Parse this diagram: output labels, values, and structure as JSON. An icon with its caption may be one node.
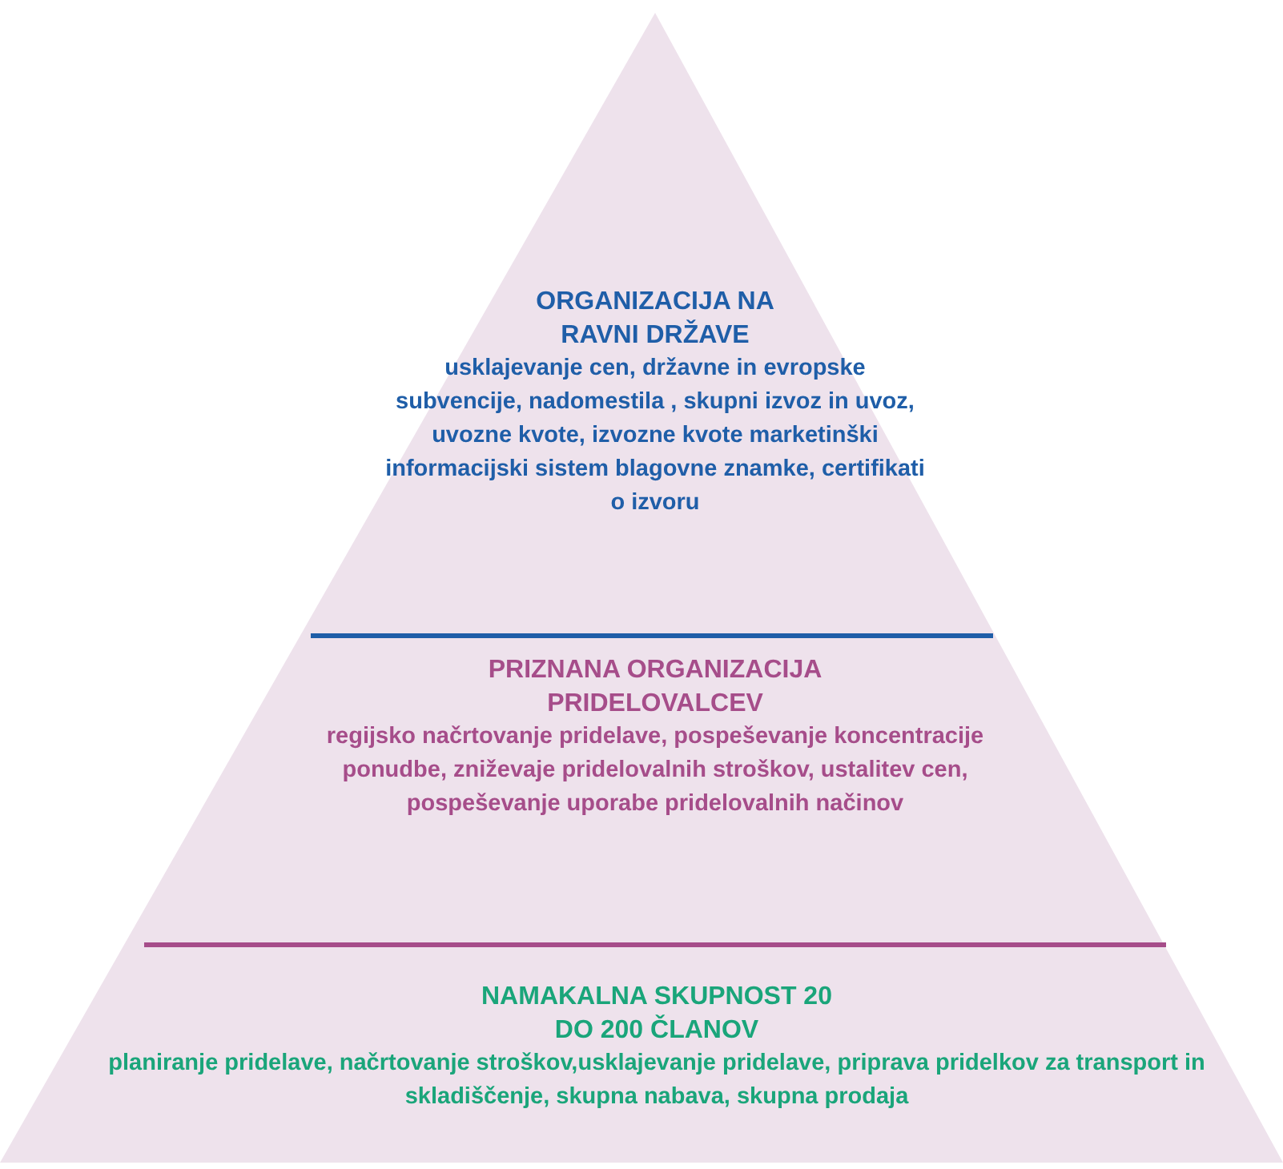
{
  "diagram": {
    "nodes": [
      {
        "text": [
          "ORGANIZACIJA NA RAVNI DRŽAVE",
          "usklajevanje cen, državne in evropske subvencije, nadomestila , skupni izvoz in uvoz, uvozne kvote, izvozne kvote marketinški informacijski sistem blagovne znamke, certifikati o izvoru"
        ]
      },
      {
        "text": [
          "PRIZNANA ORGANIZACIJA PRIDELOVALCEV",
          "regijsko načrtovanje pridelave, pospeševanje koncentracije ponudbe, zniževaje pridelovalnih stroškov, ustalitev cen, pospeševanje uporabe pridelovalnih načinov"
        ]
      },
      {
        "text": [
          "NAMAKALNA SKUPNOST 20 DO 200 ČLANOV",
          "planiranje pridelave, načrtovanje stroškov,usklajevanje pridelave, priprava pridelkov za transport in skladiščenje, skupna nabava, skupna prodaja"
        ]
      }
    ]
  }
}
